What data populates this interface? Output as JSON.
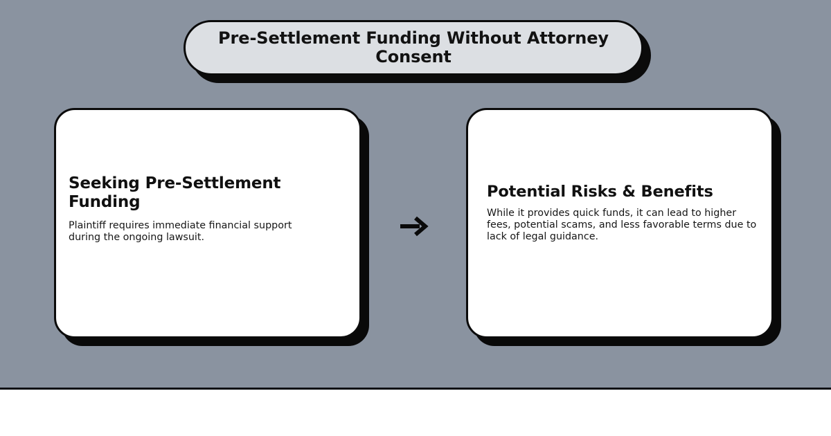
{
  "theme": {
    "canvas_background": "#8a93a0",
    "pill_fill": "#dcdfe3",
    "card_fill": "#ffffff",
    "outline": "#0b0b0b",
    "shadow": "#090909",
    "text": "#121212",
    "footer_background": "#ffffff",
    "footer_rule": "#0d0f14",
    "logo_navy": "#1d2b४5"
  },
  "header": {
    "title": "Pre-Settlement Funding Without Attorney\nConsent"
  },
  "flow": {
    "arrow_icon": "arrow-right-icon",
    "steps": [
      {
        "id": "seeking-pre-settlement-funding",
        "heading": "Seeking Pre-Settlement Funding",
        "body": "Plaintiff requires immediate financial support during the ongoing lawsuit."
      },
      {
        "id": "potential-risks-and-benefits",
        "heading": "Potential Risks & Benefits",
        "body": "While it provides quick funds, it can lead to higher fees, potential scams, and less favorable terms due to lack of legal guidance."
      }
    ]
  },
  "footer": {
    "logo_icon": "legal-scales-seal-icon"
  }
}
